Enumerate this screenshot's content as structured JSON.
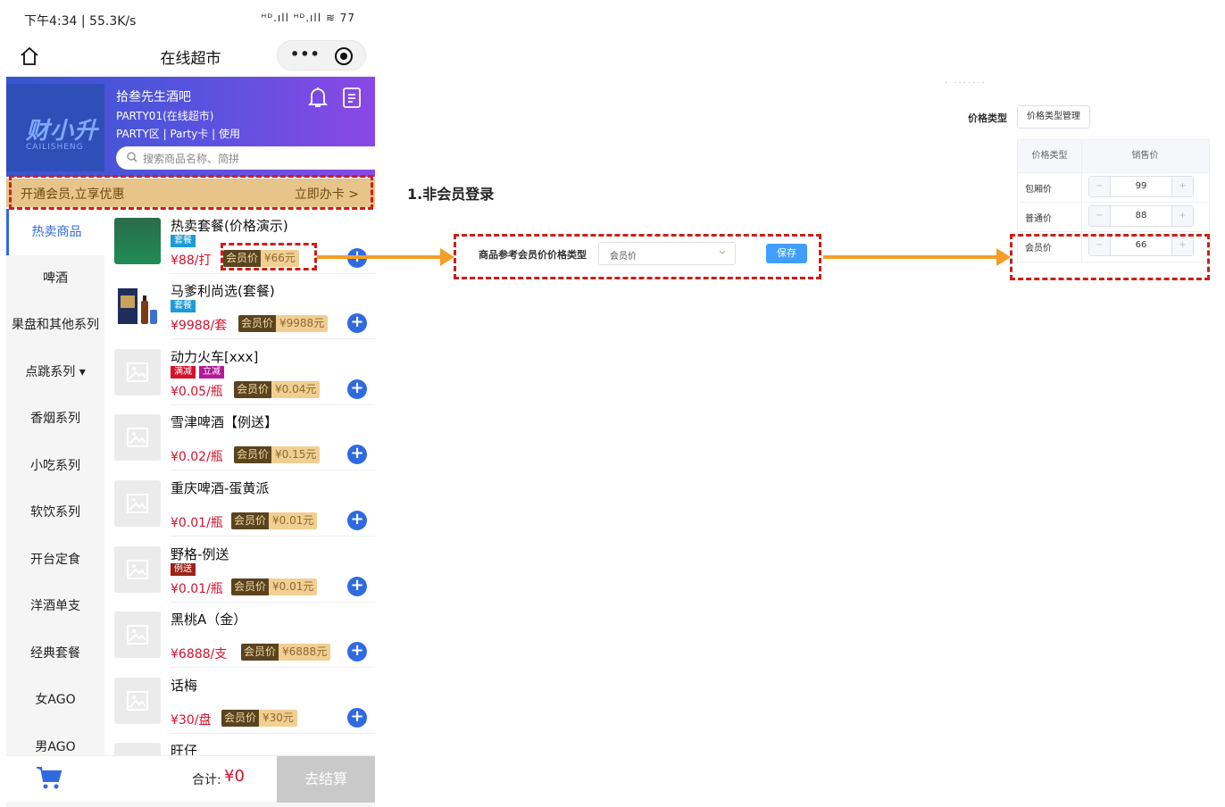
{
  "status": {
    "left": "下午4:34 | 55.3K/s",
    "right": "ᴴᴰ.ıll ᴴᴰ.ıll ≋ 77"
  },
  "nav": {
    "title": "在线超市",
    "more": "•••"
  },
  "store": {
    "logo": "财小升",
    "logo_sub": "CAILISHENG",
    "name": "拾叁先生酒吧",
    "sub1": "PARTY01(在线超市)",
    "sub2": "PARTY区 | Party卡 | 使用",
    "search_placeholder": "搜索商品名称、简拼"
  },
  "member_strip": {
    "left": "开通会员,立享优惠",
    "right": "立即办卡 >"
  },
  "categories": [
    "热卖商品",
    "啤酒",
    "果盘和其他系列",
    "点跳系列 ▾",
    "香烟系列",
    "小吃系列",
    "软饮系列",
    "开台定食",
    "洋酒单支",
    "经典套餐",
    "女AGO",
    "男AGO"
  ],
  "vip_label": "会员价",
  "products": [
    {
      "name": "热卖套餐(价格演示)",
      "tags": [
        "套餐"
      ],
      "price": "¥88/打",
      "vip_price": "¥66元"
    },
    {
      "name": "马爹利尚选(套餐)",
      "tags": [
        "套餐"
      ],
      "price": "¥9988/套",
      "vip_price": "¥9988元"
    },
    {
      "name": "动力火车[xxx]",
      "tags": [
        "满减",
        "立减"
      ],
      "price": "¥0.05/瓶",
      "vip_price": "¥0.04元"
    },
    {
      "name": "雪津啤酒【例送】",
      "tags": [],
      "price": "¥0.02/瓶",
      "vip_price": "¥0.15元"
    },
    {
      "name": "重庆啤酒-蛋黄派",
      "tags": [],
      "price": "¥0.01/瓶",
      "vip_price": "¥0.01元"
    },
    {
      "name": "野格-例送",
      "tags": [
        "例送"
      ],
      "price": "¥0.01/瓶",
      "vip_price": "¥0.01元"
    },
    {
      "name": "黑桃A（金）",
      "tags": [],
      "price": "¥6888/支",
      "vip_price": "¥6888元"
    },
    {
      "name": "话梅",
      "tags": [],
      "price": "¥30/盘",
      "vip_price": "¥30元"
    },
    {
      "name": "旺仔",
      "tags": [],
      "price": "",
      "vip_price": ""
    }
  ],
  "bottom": {
    "total_label": "合计:",
    "total_value": "¥0",
    "checkout": "去结算"
  },
  "step": {
    "title": "1.非会员登录"
  },
  "config": {
    "label": "商品参考会员价价格类型",
    "selected": "会员价",
    "save": "保存"
  },
  "price_panel": {
    "clipped_title": "· ·······",
    "label": "价格类型",
    "manage_button": "价格类型管理",
    "headers": [
      "价格类型",
      "销售价"
    ],
    "rows": [
      {
        "name": "包厢价",
        "value": "99"
      },
      {
        "name": "普通价",
        "value": "88"
      },
      {
        "name": "会员价",
        "value": "66"
      }
    ],
    "minus": "−",
    "plus": "+"
  },
  "colors": {
    "accent_blue": "#2f6ae1",
    "price_red": "#d3122b",
    "highlight_dash": "#c9201b",
    "arrow_orange": "#f29e27"
  }
}
